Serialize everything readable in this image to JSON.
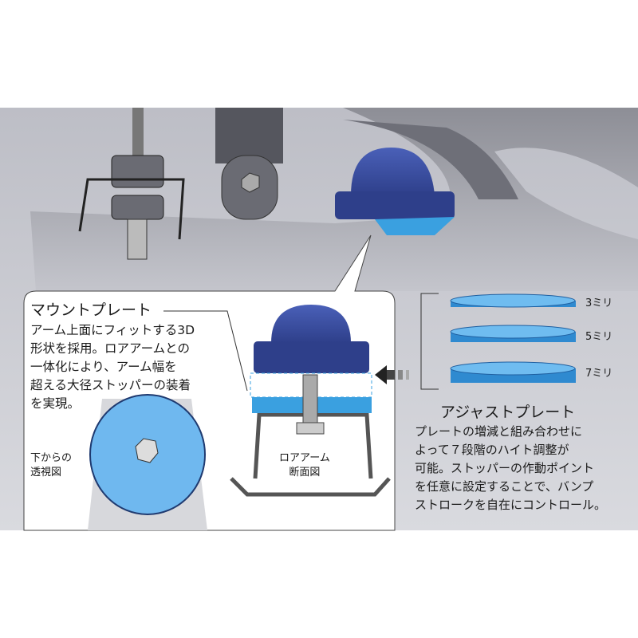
{
  "mount_plate": {
    "title": "マウントプレート",
    "description": "アーム上面にフィットする3D\n形状を採用。ロアアームとの\n一体化により、アーム幅を\n超える大径ストッパーの装着\nを実現。",
    "view_label": "下からの\n透視図",
    "section_label": "ロアアーム\n断面図"
  },
  "adjust_plate": {
    "title": "アジャストプレート",
    "description": "プレートの増減と組み合わせに\nよって７段階のハイト調整が\n可能。ストッパーの作動ポイント\nを任意に設定することで、バンプ\nストロークを自在にコントロール。",
    "sizes": [
      "3ミリ",
      "5ミリ",
      "7ミリ"
    ]
  },
  "colors": {
    "stopper": "#3b4fa0",
    "plate": "#3aa0e0",
    "background": "#c9cad0"
  }
}
